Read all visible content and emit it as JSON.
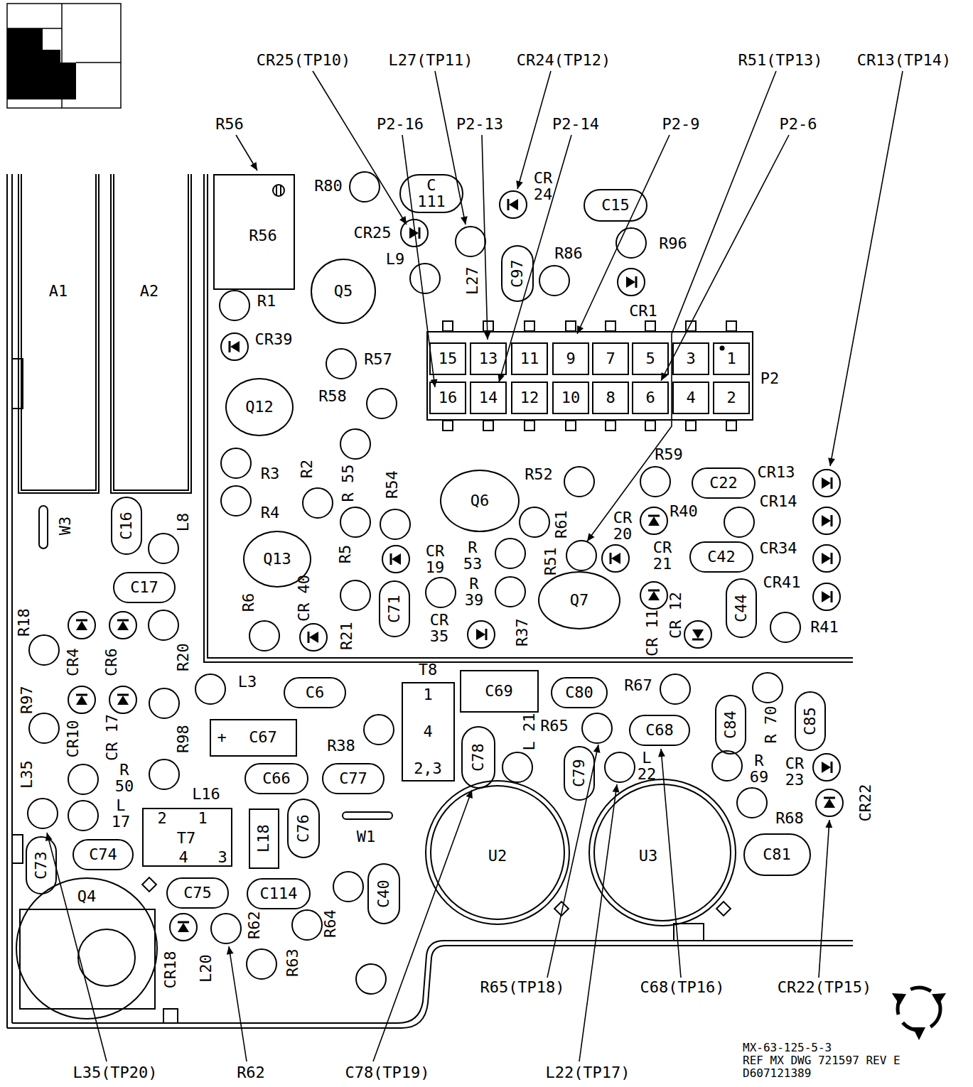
{
  "diagram": {
    "nodes": [
      {
        "text": [
          "A1"
        ]
      },
      {
        "text": [
          "A2"
        ]
      },
      {
        "text": [
          "R56"
        ]
      },
      {
        "text": [
          "C 111"
        ]
      },
      {
        "text": [
          "C15"
        ]
      },
      {
        "text": [
          "Q5"
        ]
      },
      {
        "text": [
          "C97"
        ]
      },
      {
        "text": [
          "P2"
        ]
      },
      {
        "text": [
          "15"
        ],
        "in": 7
      },
      {
        "text": [
          "13"
        ],
        "in": 7
      },
      {
        "text": [
          "11"
        ],
        "in": 7
      },
      {
        "text": [
          "9"
        ],
        "in": 7
      },
      {
        "text": [
          "7"
        ],
        "in": 7
      },
      {
        "text": [
          "5"
        ],
        "in": 7
      },
      {
        "text": [
          "3"
        ],
        "in": 7
      },
      {
        "text": [
          "1"
        ],
        "in": 7
      },
      {
        "text": [
          "16"
        ],
        "in": 7
      },
      {
        "text": [
          "14"
        ],
        "in": 7
      },
      {
        "text": [
          "12"
        ],
        "in": 7
      },
      {
        "text": [
          "10"
        ],
        "in": 7
      },
      {
        "text": [
          "8"
        ],
        "in": 7
      },
      {
        "text": [
          "6"
        ],
        "in": 7
      },
      {
        "text": [
          "4"
        ],
        "in": 7
      },
      {
        "text": [
          "2"
        ],
        "in": 7
      },
      {
        "text": [
          "Q12"
        ]
      },
      {
        "text": [
          "Q6"
        ]
      },
      {
        "text": [
          "C22"
        ]
      },
      {
        "text": [
          "C16"
        ]
      },
      {
        "text": [
          "Q13"
        ]
      },
      {
        "text": [
          "C42"
        ]
      },
      {
        "text": [
          "C71"
        ]
      },
      {
        "text": [
          "Q7"
        ]
      },
      {
        "text": [
          "C44"
        ]
      },
      {
        "text": [
          "C17"
        ]
      },
      {
        "text": [
          "C6"
        ]
      },
      {
        "text": [
          "T8",
          "1",
          "4",
          "2,3"
        ]
      },
      {
        "text": [
          "C69"
        ]
      },
      {
        "text": [
          "C80"
        ]
      },
      {
        "text": [
          "C84"
        ]
      },
      {
        "text": [
          "C85"
        ]
      },
      {
        "text": [
          "+",
          "C67"
        ]
      },
      {
        "text": [
          "C68"
        ]
      },
      {
        "text": [
          "C78"
        ]
      },
      {
        "text": [
          "C79"
        ]
      },
      {
        "text": [
          "C66"
        ]
      },
      {
        "text": [
          "C77"
        ]
      },
      {
        "text": [
          "2",
          "1",
          "T7",
          "4",
          "3"
        ]
      },
      {
        "text": [
          "L18"
        ]
      },
      {
        "text": [
          "C76"
        ]
      },
      {
        "text": [
          "C73"
        ]
      },
      {
        "text": [
          "C74"
        ]
      },
      {
        "text": [
          "U2"
        ]
      },
      {
        "text": [
          "U3"
        ]
      },
      {
        "text": [
          "C81"
        ]
      },
      {
        "text": [
          "Q4"
        ]
      },
      {
        "text": [
          "C75"
        ]
      },
      {
        "text": [
          "C114"
        ]
      },
      {
        "text": [
          "C40"
        ]
      }
    ],
    "labels": [
      "CR25(TP10)",
      "L27(TP11)",
      "CR24(TP12)",
      "R51(TP13)",
      "CR13(TP14)",
      "R56",
      "P2-16",
      "P2-13",
      "P2-14",
      "P2-9",
      "P2-6",
      "R80",
      "CR 24",
      "CR25",
      "R86",
      "R96",
      "L9",
      "L27",
      "CR1",
      "R1",
      "CR39",
      "R57",
      "R58",
      "R3",
      "R2",
      "R 55",
      "R54",
      "R52",
      "R59",
      "CR13",
      "CR14",
      "R40",
      "R4",
      "R61",
      "R5",
      "CR 19",
      "R 53",
      "R51",
      "CR 20",
      "CR34",
      "CR 21",
      "CR41",
      "R6",
      "CR 40",
      "R 39",
      "CR 35",
      "R21",
      "R37",
      "CR 12",
      "CR 11",
      "R41",
      "W3",
      "L8",
      "R18",
      "CR4",
      "CR6",
      "R20",
      "L3",
      "R67",
      "R97",
      "CR10",
      "CR 17",
      "R98",
      "R38",
      "L 21",
      "R65",
      "R 70",
      "L 22",
      "R 69",
      "CR 23",
      "L35",
      "R 50",
      "L16",
      "L 17",
      "CR22",
      "R68",
      "W1",
      "R62",
      "R64",
      "R63",
      "CR18",
      "L20",
      "R65(TP18)",
      "C68(TP16)",
      "CR22(TP15)",
      "MX-63-125-5-3",
      "REF MX DWG 721597 REV E",
      "D607121389",
      "L35(TP20)",
      "R62",
      "C78(TP19)",
      "L22(TP17)"
    ]
  }
}
